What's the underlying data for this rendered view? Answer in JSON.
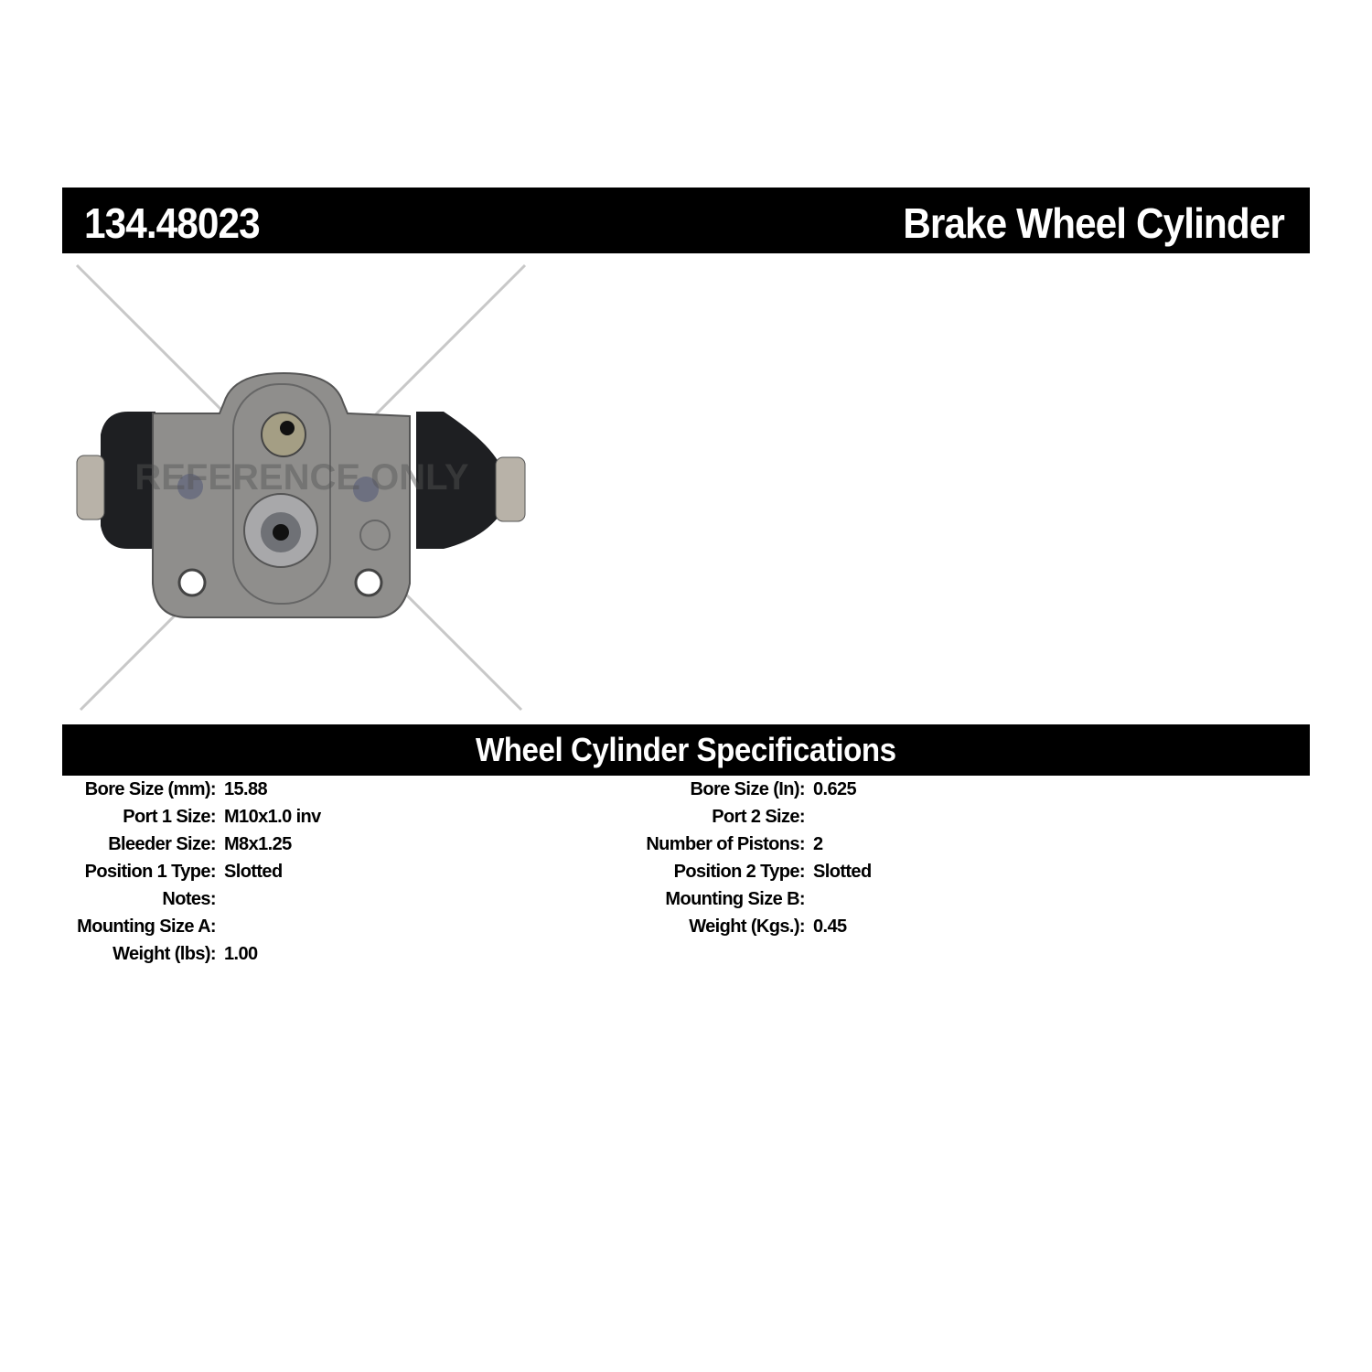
{
  "header": {
    "part_number": "134.48023",
    "product_title": "Brake Wheel Cylinder"
  },
  "image": {
    "watermark": "REFERENCE ONLY"
  },
  "specifications": {
    "title": "Wheel Cylinder Specifications",
    "left": [
      {
        "label": "Bore Size (mm):",
        "value": "15.88"
      },
      {
        "label": "Port 1 Size:",
        "value": "M10x1.0 inv"
      },
      {
        "label": "Bleeder Size:",
        "value": "M8x1.25"
      },
      {
        "label": "Position 1 Type:",
        "value": "Slotted"
      },
      {
        "label": "Notes:",
        "value": ""
      },
      {
        "label": "Mounting Size A:",
        "value": ""
      },
      {
        "label": "Weight (lbs):",
        "value": "1.00"
      }
    ],
    "right": [
      {
        "label": "Bore Size (In):",
        "value": "0.625"
      },
      {
        "label": "Port 2 Size:",
        "value": ""
      },
      {
        "label": "Number of Pistons:",
        "value": "2"
      },
      {
        "label": "Position 2 Type:",
        "value": "Slotted"
      },
      {
        "label": "Mounting Size B:",
        "value": ""
      },
      {
        "label": "Weight (Kgs.):",
        "value": "0.45"
      }
    ]
  }
}
